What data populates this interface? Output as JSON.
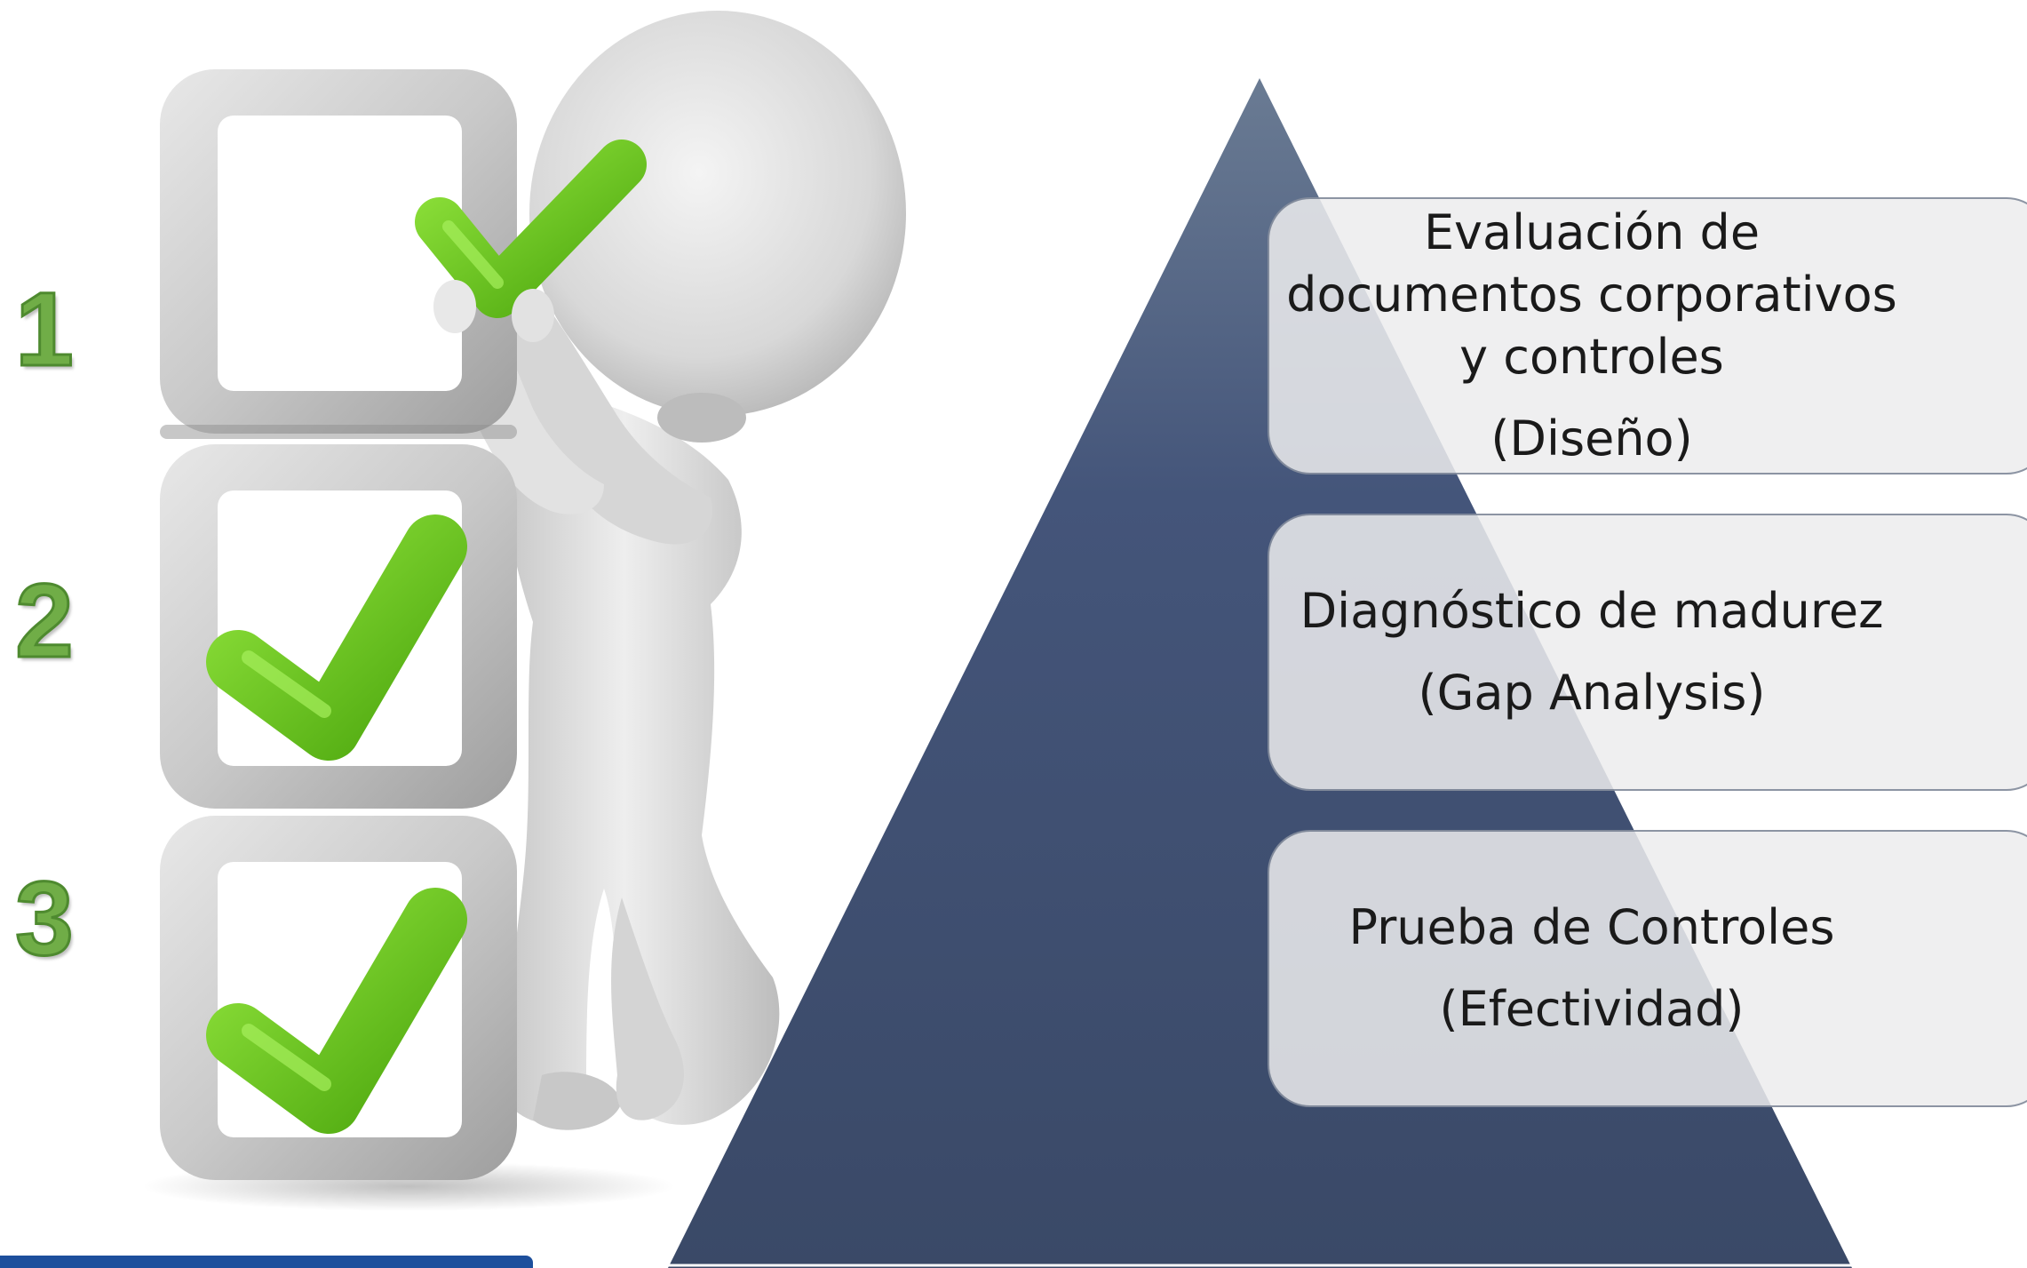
{
  "steps": [
    {
      "number": "1",
      "title": "Evaluación de documentos corporativos y controles",
      "subtitle": "(Diseño)"
    },
    {
      "number": "2",
      "title": "Diagnóstico de madurez",
      "subtitle": "(Gap Analysis)"
    },
    {
      "number": "3",
      "title": "Prueba de Controles",
      "subtitle": "(Efectividad)"
    }
  ],
  "colors": {
    "number_green": "#70ad47",
    "check_green": "#6cc51c",
    "pyramid_navy": "#3e4d69",
    "box_fill": "#ececee",
    "bottom_bar": "#1d4f9c"
  },
  "icons": [
    "checkbox-frame",
    "check-mark",
    "figure-3d-person"
  ]
}
